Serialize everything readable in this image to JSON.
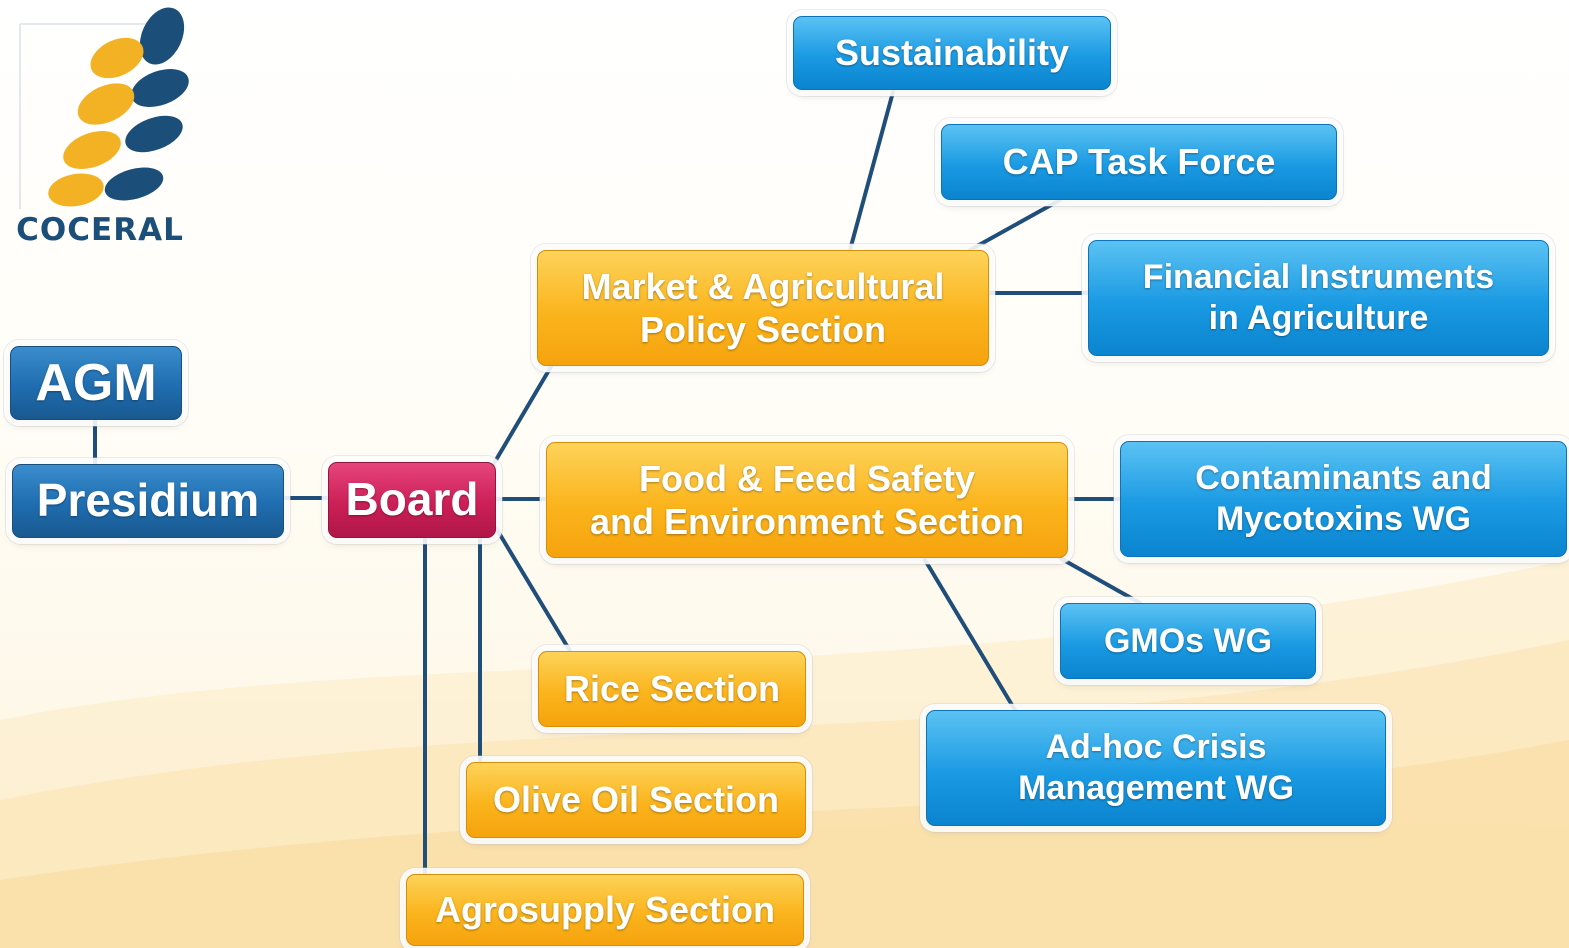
{
  "logo": {
    "text": "COCERAL"
  },
  "colors": {
    "governance": "#1f6db0",
    "board": "#cc1f58",
    "section": "#fbb41c",
    "working_group": "#1a9ae3",
    "connector": "#1f4e7a",
    "logo_leaf_gold": "#f2b224",
    "logo_leaf_navy": "#1b4f7a"
  },
  "nodes": {
    "agm": "AGM",
    "presidium": "Presidium",
    "board": "Board",
    "market_section_l1": "Market & Agricultural",
    "market_section_l2": "Policy Section",
    "food_section_l1": "Food & Feed Safety",
    "food_section_l2": "and Environment Section",
    "rice_section": "Rice Section",
    "olive_section": "Olive Oil Section",
    "agrosupply_section": "Agrosupply Section",
    "sustainability": "Sustainability",
    "cap_task_force": "CAP Task Force",
    "financial_l1": "Financial Instruments",
    "financial_l2": "in Agriculture",
    "contaminants_l1": "Contaminants and",
    "contaminants_l2": "Mycotoxins WG",
    "gmos": "GMOs WG",
    "adhoc_l1": "Ad-hoc Crisis",
    "adhoc_l2": "Management WG"
  },
  "edges": [
    [
      "agm",
      "presidium"
    ],
    [
      "presidium",
      "board"
    ],
    [
      "board",
      "market_section"
    ],
    [
      "board",
      "food_section"
    ],
    [
      "board",
      "rice_section"
    ],
    [
      "board",
      "olive_section"
    ],
    [
      "board",
      "agrosupply_section"
    ],
    [
      "market_section",
      "sustainability"
    ],
    [
      "market_section",
      "cap_task_force"
    ],
    [
      "market_section",
      "financial_instruments"
    ],
    [
      "food_section",
      "contaminants"
    ],
    [
      "food_section",
      "gmos"
    ],
    [
      "food_section",
      "adhoc_crisis"
    ]
  ]
}
